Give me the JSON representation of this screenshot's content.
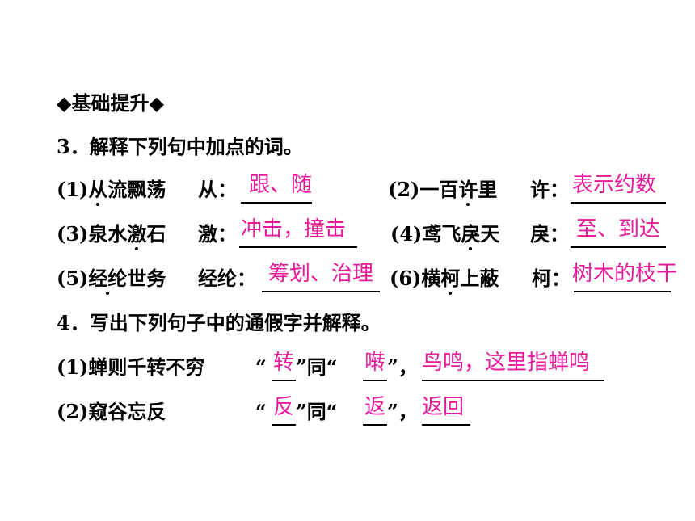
{
  "section_title": "◆基础提升◆",
  "q3": {
    "heading": "3．解释下列句中加点的词。",
    "items": [
      {
        "num": "(1)",
        "pre": "",
        "dot": "从",
        "post": "流飘荡",
        "key": "从：",
        "answer": "跟、随"
      },
      {
        "num": "(2)",
        "pre": "一百",
        "dot": "许",
        "post": "里",
        "key": "许：",
        "answer": "表示约数"
      },
      {
        "num": "(3)",
        "pre": "泉水",
        "dot": "激",
        "post": "石",
        "key": "激：",
        "answer": "冲击，撞击"
      },
      {
        "num": "(4)",
        "pre": "鸢飞",
        "dot": "戾",
        "post": "天",
        "key": "戾：",
        "answer": "至、到达"
      },
      {
        "num": "(5)",
        "pre": "",
        "dot": "经纶",
        "post": "世务",
        "key": "经纶：",
        "answer": "筹划、治理"
      },
      {
        "num": "(6)",
        "pre": "横",
        "dot": "柯",
        "post": "上蔽",
        "key": "柯：",
        "answer": "树木的枝干"
      }
    ]
  },
  "q4": {
    "heading": "4．写出下列句子中的通假字并解释。",
    "items": [
      {
        "num": "(1)",
        "text": "蝉则千转不穷",
        "q_open": "“",
        "char": "转",
        "q_mid": "”同“",
        "orig": "啭",
        "q_close": "”，",
        "answer": "鸟鸣，这里指蝉鸣"
      },
      {
        "num": "(2)",
        "text": "窥谷忘反",
        "q_open": "“",
        "char": "反",
        "q_mid": "”同“",
        "orig": "返",
        "q_close": "”，",
        "answer": "返回"
      }
    ]
  },
  "colors": {
    "answer": "#e5199a",
    "text": "#000000",
    "background": "#ffffff"
  }
}
